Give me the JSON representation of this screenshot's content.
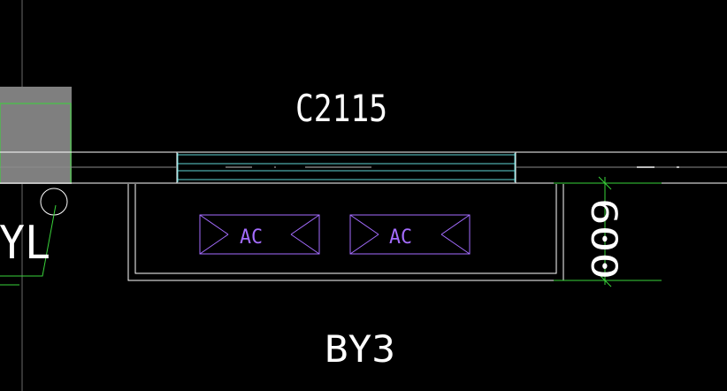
{
  "drawing": {
    "window_label": "C2115",
    "room_label": "BY3",
    "units": [
      {
        "label": "AC"
      },
      {
        "label": "AC"
      }
    ],
    "dimension_value": "600",
    "pipe_label": "YL"
  },
  "colors": {
    "background": "#000000",
    "wall_line": "#ffffff",
    "window_line": "#5fd3d3",
    "ac_unit": "#a46cff",
    "dimension": "#39d43a",
    "text": "#ffffff",
    "column_fill": "#7f7f7f",
    "axis_line": "#9a9a9a"
  }
}
